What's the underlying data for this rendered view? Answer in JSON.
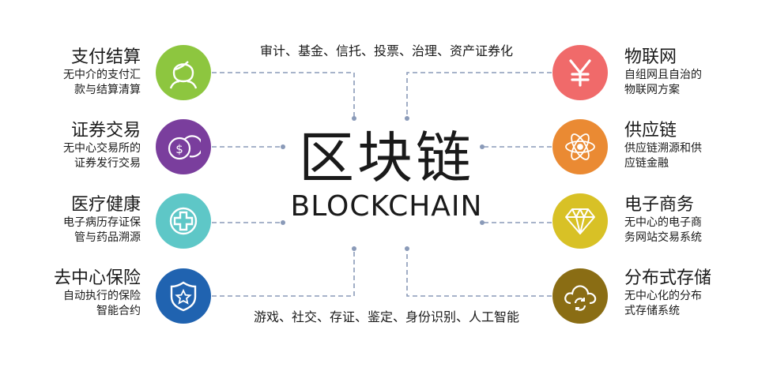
{
  "center": {
    "title": "区块链",
    "subtitle": "BLOCKCHAIN"
  },
  "top_band": "审计、基金、信托、投票、治理、资产证券化",
  "bottom_band": "游戏、社交、存证、鉴定、身份识别、人工智能",
  "left_items": [
    {
      "title": "支付结算",
      "desc1": "无中介的支付汇",
      "desc2": "款与结算清算",
      "icon": "person-icon",
      "color": "#8dc63f"
    },
    {
      "title": "证券交易",
      "desc1": "无中心交易所的",
      "desc2": "证券发行交易",
      "icon": "coins-icon",
      "color": "#7a3e9d"
    },
    {
      "title": "医疗健康",
      "desc1": "电子病历存证保",
      "desc2": "管与药品溯源",
      "icon": "medical-cross-icon",
      "color": "#5ec7c7"
    },
    {
      "title": "去中心保险",
      "desc1": "自动执行的保险",
      "desc2": "智能合约",
      "icon": "shield-star-icon",
      "color": "#2063b0"
    }
  ],
  "right_items": [
    {
      "title": "物联网",
      "desc1": "自组网且自治的",
      "desc2": "物联网方案",
      "icon": "yen-icon",
      "color": "#f06a6a"
    },
    {
      "title": "供应链",
      "desc1": "供应链溯源和供",
      "desc2": "应链金融",
      "icon": "atom-icon",
      "color": "#ea8a33"
    },
    {
      "title": "电子商务",
      "desc1": "无中心的电子商",
      "desc2": "务网站交易系统",
      "icon": "diamond-icon",
      "color": "#d8c126"
    },
    {
      "title": "分布式存储",
      "desc1": "无中心化的分布",
      "desc2": "式存储系统",
      "icon": "cloud-sync-icon",
      "color": "#8a6d14"
    }
  ],
  "line_color": "#8a9ab8"
}
